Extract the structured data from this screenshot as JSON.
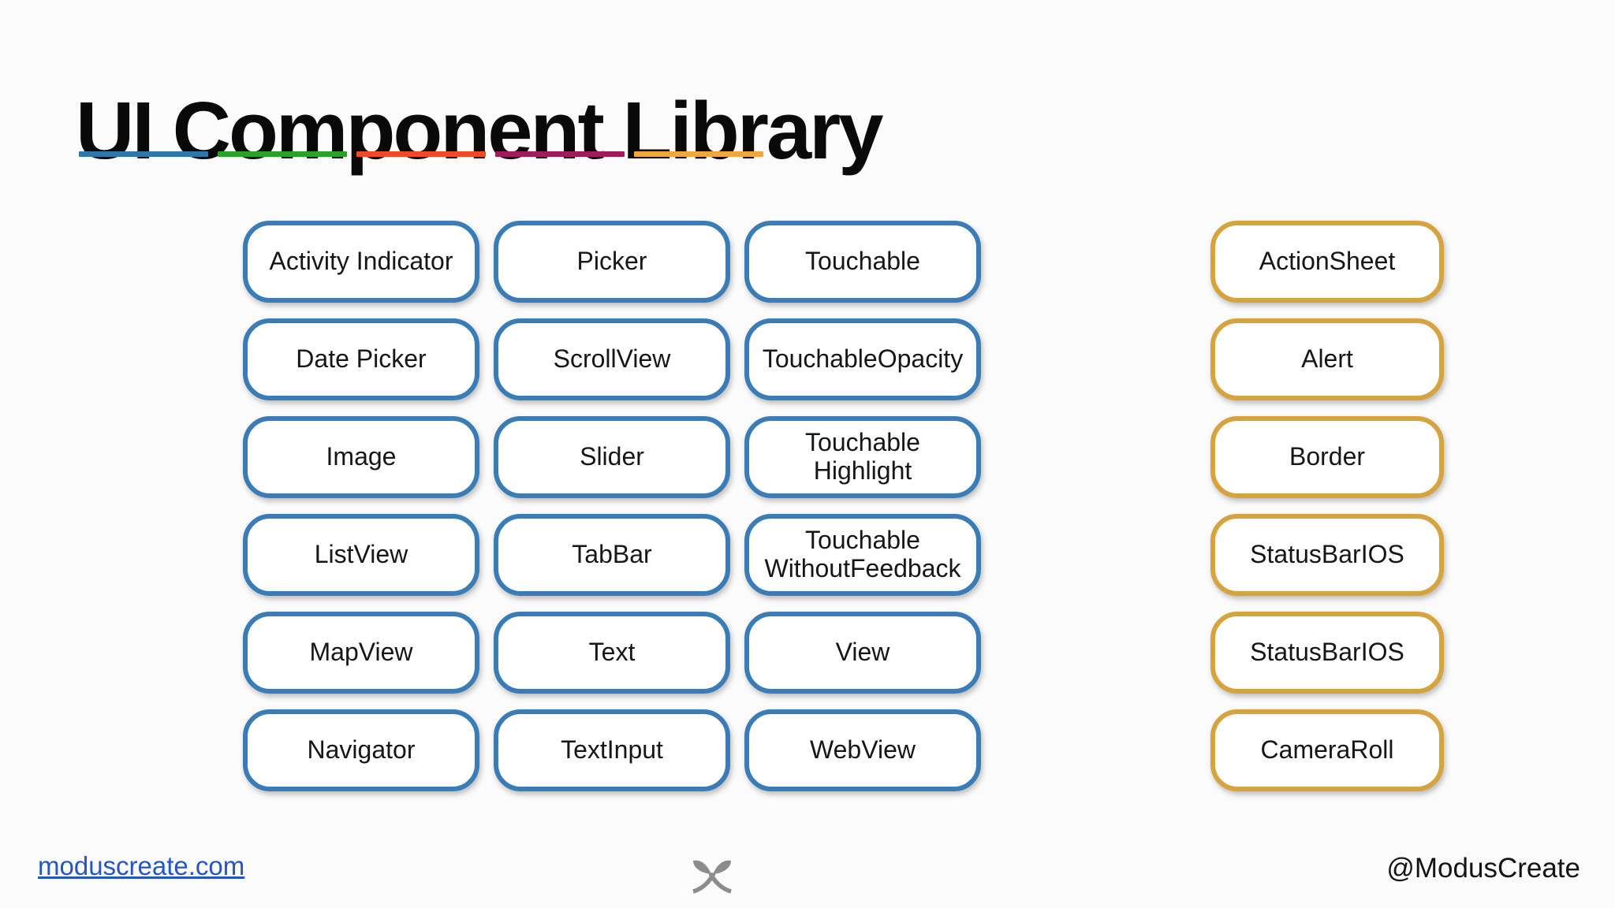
{
  "slide": {
    "title": "UI Component Library",
    "underline_colors": [
      "#2e78ae",
      "#28a228",
      "#ef4a23",
      "#a21a5c",
      "#f2a73c"
    ]
  },
  "components": {
    "core": {
      "accent": "#3a7cb5",
      "items": [
        "Activity Indicator",
        "Picker",
        "Touchable",
        "Date Picker",
        "ScrollView",
        "TouchableOpacity",
        "Image",
        "Slider",
        "Touchable\nHighlight",
        "ListView",
        "TabBar",
        "Touchable\nWithoutFeedback",
        "MapView",
        "Text",
        "View",
        "Navigator",
        "TextInput",
        "WebView"
      ]
    },
    "ios": {
      "accent": "#d6a33e",
      "items": [
        "ActionSheet",
        "Alert",
        "Border",
        "StatusBarIOS",
        "StatusBarIOS",
        "CameraRoll"
      ]
    }
  },
  "footer": {
    "website": "moduscreate.com",
    "twitter_handle": "@ModusCreate",
    "logo": "modus-create-leaves-logo",
    "logo_color": "#8c8c8c"
  }
}
